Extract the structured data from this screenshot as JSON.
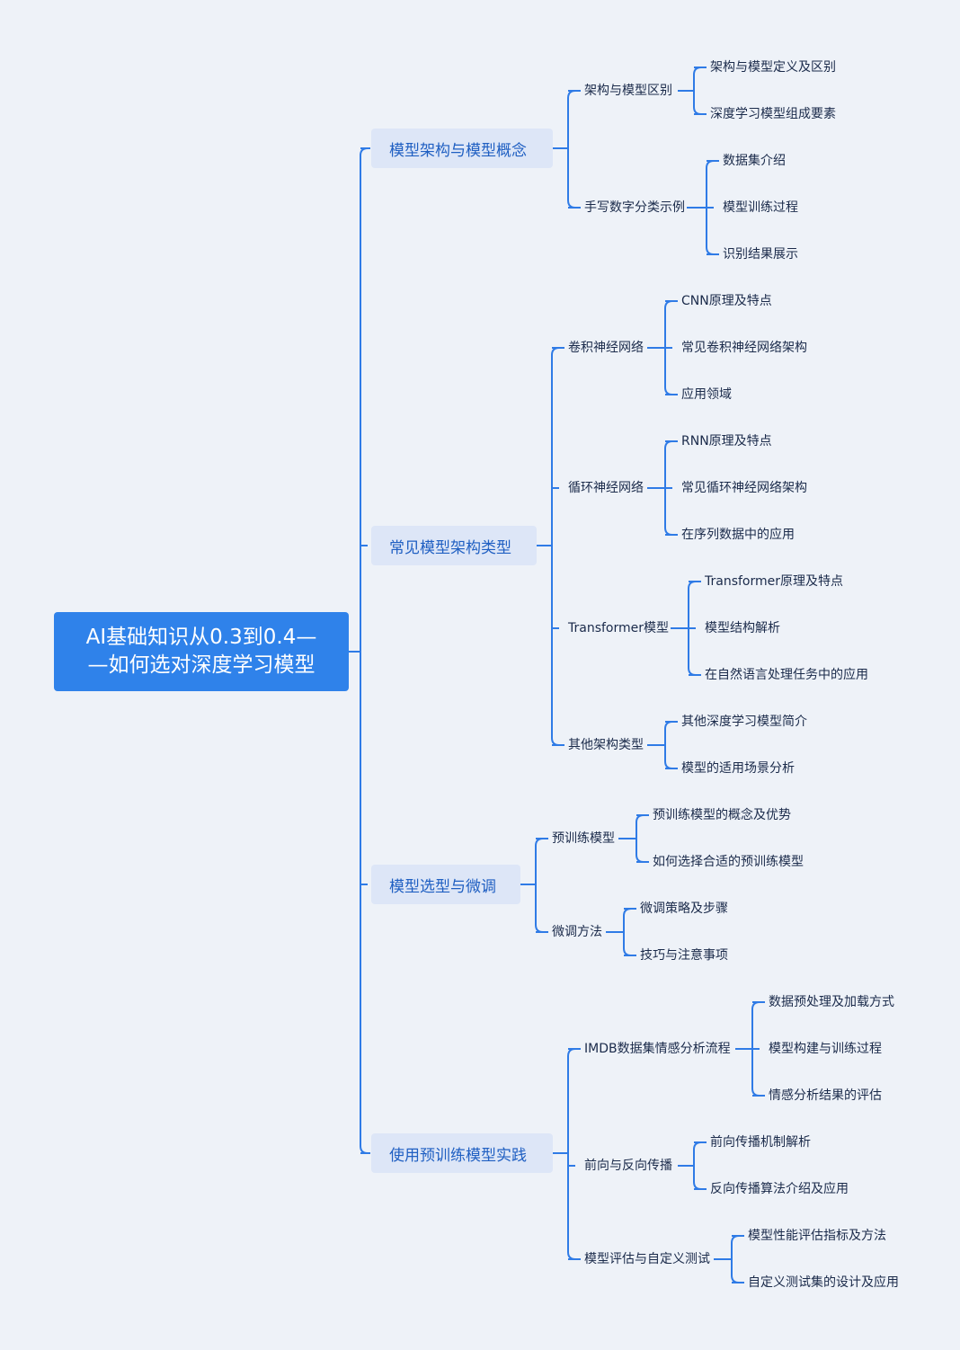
{
  "root": {
    "line1": "AI基础知识从0.3到0.4—",
    "line2": "—如何选对深度学习模型"
  },
  "branches": [
    {
      "label": "模型架构与模型概念",
      "children": [
        {
          "label": "架构与模型区别",
          "children": [
            "架构与模型定义及区别",
            "深度学习模型组成要素"
          ]
        },
        {
          "label": "手写数字分类示例",
          "children": [
            "数据集介绍",
            "模型训练过程",
            "识别结果展示"
          ]
        }
      ]
    },
    {
      "label": "常见模型架构类型",
      "children": [
        {
          "label": "卷积神经网络",
          "children": [
            "CNN原理及特点",
            "常见卷积神经网络架构",
            "应用领域"
          ]
        },
        {
          "label": "循环神经网络",
          "children": [
            "RNN原理及特点",
            "常见循环神经网络架构",
            "在序列数据中的应用"
          ]
        },
        {
          "label": "Transformer模型",
          "children": [
            "Transformer原理及特点",
            "模型结构解析",
            "在自然语言处理任务中的应用"
          ]
        },
        {
          "label": "其他架构类型",
          "children": [
            "其他深度学习模型简介",
            "模型的适用场景分析"
          ]
        }
      ]
    },
    {
      "label": "模型选型与微调",
      "children": [
        {
          "label": "预训练模型",
          "children": [
            "预训练模型的概念及优势",
            "如何选择合适的预训练模型"
          ]
        },
        {
          "label": "微调方法",
          "children": [
            "微调策略及步骤",
            "技巧与注意事项"
          ]
        }
      ]
    },
    {
      "label": "使用预训练模型实践",
      "children": [
        {
          "label": "IMDB数据集情感分析流程",
          "children": [
            "数据预处理及加载方式",
            "模型构建与训练过程",
            "情感分析结果的评估"
          ]
        },
        {
          "label": "前向与反向传播",
          "children": [
            "前向传播机制解析",
            "反向传播算法介绍及应用"
          ]
        },
        {
          "label": "模型评估与自定义测试",
          "children": [
            "模型性能评估指标及方法",
            "自定义测试集的设计及应用"
          ]
        }
      ]
    }
  ]
}
